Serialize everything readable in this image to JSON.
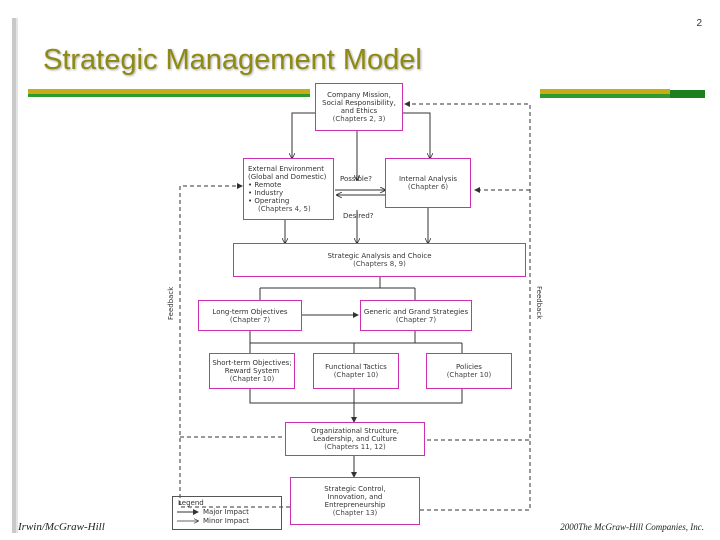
{
  "slide": {
    "number": "2",
    "title": "Strategic Management Model",
    "footer_left": "Irwin/McGraw-Hill",
    "footer_right": "2000The McGraw-Hill Companies, Inc."
  },
  "diagram": {
    "mission": {
      "line1": "Company Mission,",
      "line2": "Social Responsibility,",
      "line3": "and Ethics",
      "chapter": "(Chapters 2, 3)"
    },
    "external": {
      "line1": "External Environment",
      "line2": "(Global and Domestic)",
      "b1": "• Remote",
      "b2": "• Industry",
      "b3": "• Operating",
      "chapter": "(Chapters 4, 5)"
    },
    "internal": {
      "line1": "Internal Analysis",
      "chapter": "(Chapter 6)"
    },
    "possible": "Possible?",
    "desired": "Desired?",
    "strategic_analysis": {
      "line1": "Strategic Analysis and Choice",
      "chapter": "(Chapters 8, 9)"
    },
    "long_term": {
      "line1": "Long-term Objectives",
      "chapter": "(Chapter 7)"
    },
    "grand": {
      "line1": "Generic and Grand Strategies",
      "chapter": "(Chapter 7)"
    },
    "short_term": {
      "line1": "Short-term Objectives;",
      "line2": "Reward System",
      "chapter": "(Chapter 10)"
    },
    "functional": {
      "line1": "Functional Tactics",
      "chapter": "(Chapter 10)"
    },
    "policies": {
      "line1": "Policies",
      "chapter": "(Chapter 10)"
    },
    "org": {
      "line1": "Organizational Structure,",
      "line2": "Leadership, and Culture",
      "chapter": "(Chapters 11, 12)"
    },
    "control": {
      "line1": "Strategic Control,",
      "line2": "Innovation, and",
      "line3": "Entrepreneurship",
      "chapter": "(Chapter 13)"
    },
    "feedback_left": "Feedback",
    "feedback_right": "Feedback",
    "legend": {
      "title": "Legend",
      "major": "Major Impact",
      "minor": "Minor Impact"
    },
    "colors": {
      "box_border": "#cc2fb0",
      "line": "#333333",
      "title": "#8f8a12"
    }
  }
}
